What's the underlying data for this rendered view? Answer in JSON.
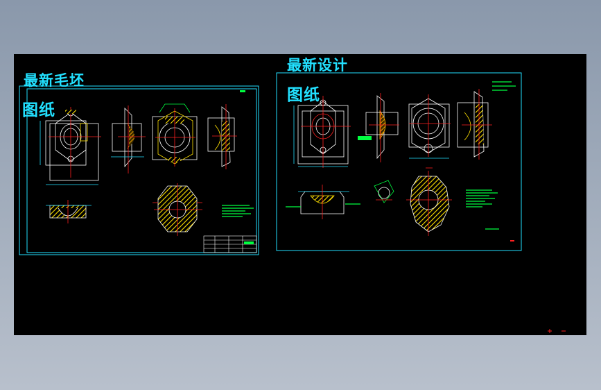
{
  "left_sheet": {
    "title_line1": "最新毛坯",
    "title_line2": "图纸"
  },
  "right_sheet": {
    "title_line1": "最新设计",
    "title_line2": "图纸"
  },
  "colors": {
    "background": "#000000",
    "frame": "#22e0ff",
    "geometry": "#ffffff",
    "hatch": "#ffe000",
    "dimension": "#00ff40",
    "centerline": "#ff2020"
  },
  "icons": {
    "crosshair": "crosshair-icon"
  }
}
